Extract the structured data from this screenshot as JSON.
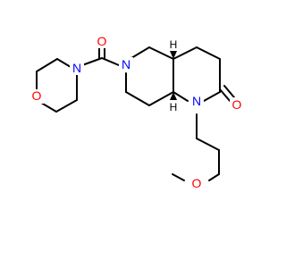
{
  "molecule": {
    "atom_colors": {
      "N": "#0000ff",
      "O": "#ff0000",
      "H": "#000000"
    },
    "labels": {
      "carbonyl_O": "O",
      "morpholine_O": "O",
      "morpholine_N": "N",
      "ring_N6": "N",
      "ring_N1": "N",
      "lactam_O": "O",
      "ether_O": "O",
      "H_4a": "H",
      "H_8a": "H"
    }
  }
}
